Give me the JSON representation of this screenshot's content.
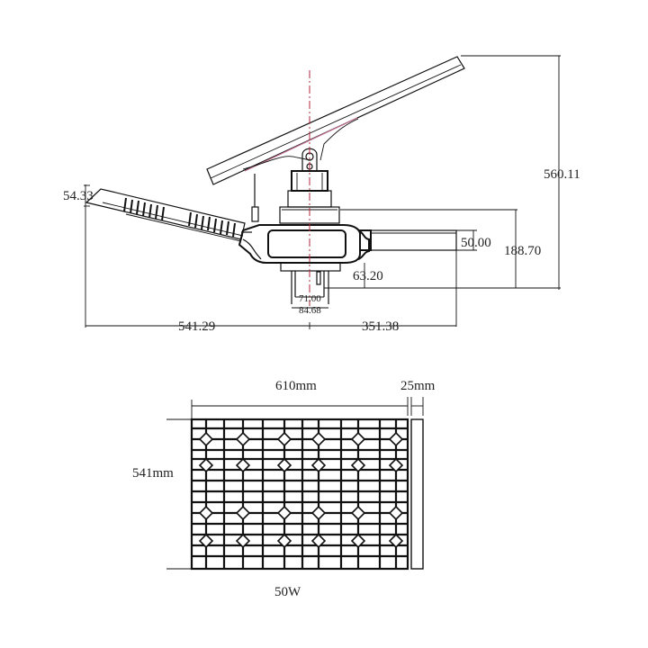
{
  "side_view": {
    "dimensions": {
      "lamp_head_thickness": "54.33",
      "total_height": "560.11",
      "arm_diameter": "50.00",
      "bracket_height": "188.70",
      "lower_offset": "63.20",
      "inner_width": "71.00",
      "outer_width": "84.68",
      "left_length": "541.29",
      "right_length": "351.38"
    },
    "centerline_color": "#b0283a"
  },
  "panel_view": {
    "width_label": "610mm",
    "thickness_label": "25mm",
    "height_label": "541mm",
    "power_label": "50W",
    "grid": {
      "columns": 12,
      "rows": 14
    },
    "diamond_rows": 4,
    "diamond_columns": 6
  }
}
